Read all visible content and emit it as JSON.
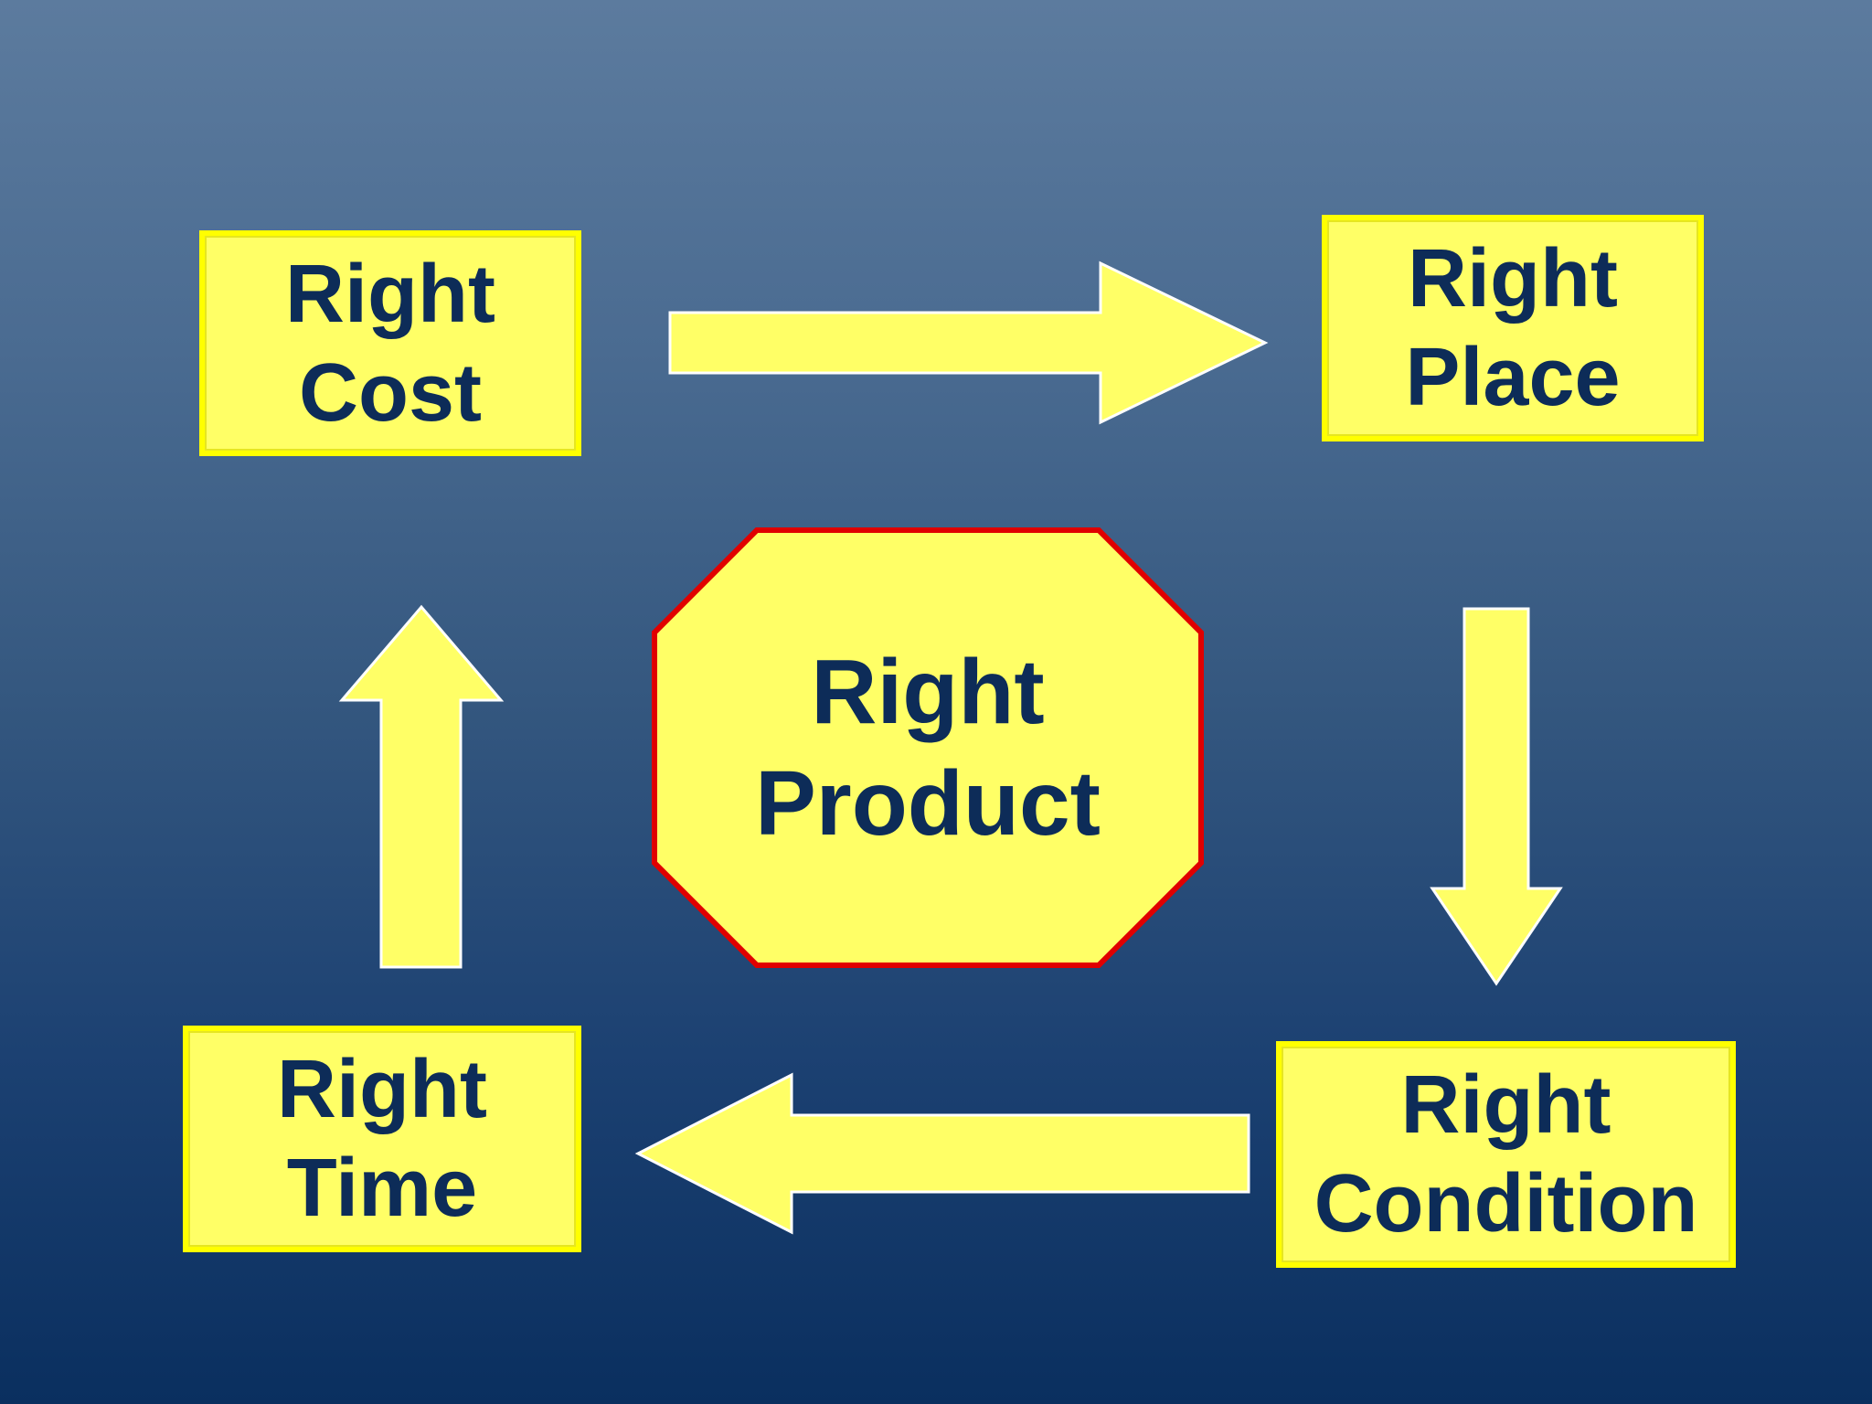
{
  "diagram": {
    "nodes": {
      "cost": {
        "line1": "Right",
        "line2": "Cost"
      },
      "place": {
        "line1": "Right",
        "line2": "Place"
      },
      "condition": {
        "line1": "Right",
        "line2": "Condition"
      },
      "time": {
        "line1": "Right",
        "line2": "Time"
      },
      "product": {
        "line1": "Right",
        "line2": "Product"
      }
    },
    "flow": [
      {
        "from": "cost",
        "to": "place"
      },
      {
        "from": "place",
        "to": "condition"
      },
      {
        "from": "condition",
        "to": "time"
      },
      {
        "from": "time",
        "to": "cost"
      }
    ],
    "colors": {
      "box_fill": "#ffff66",
      "box_border": "#ffff00",
      "center_border": "#e00000",
      "text": "#0d2c58",
      "background_top": "#5c7b9e",
      "background_bottom": "#0a2f5f"
    }
  }
}
